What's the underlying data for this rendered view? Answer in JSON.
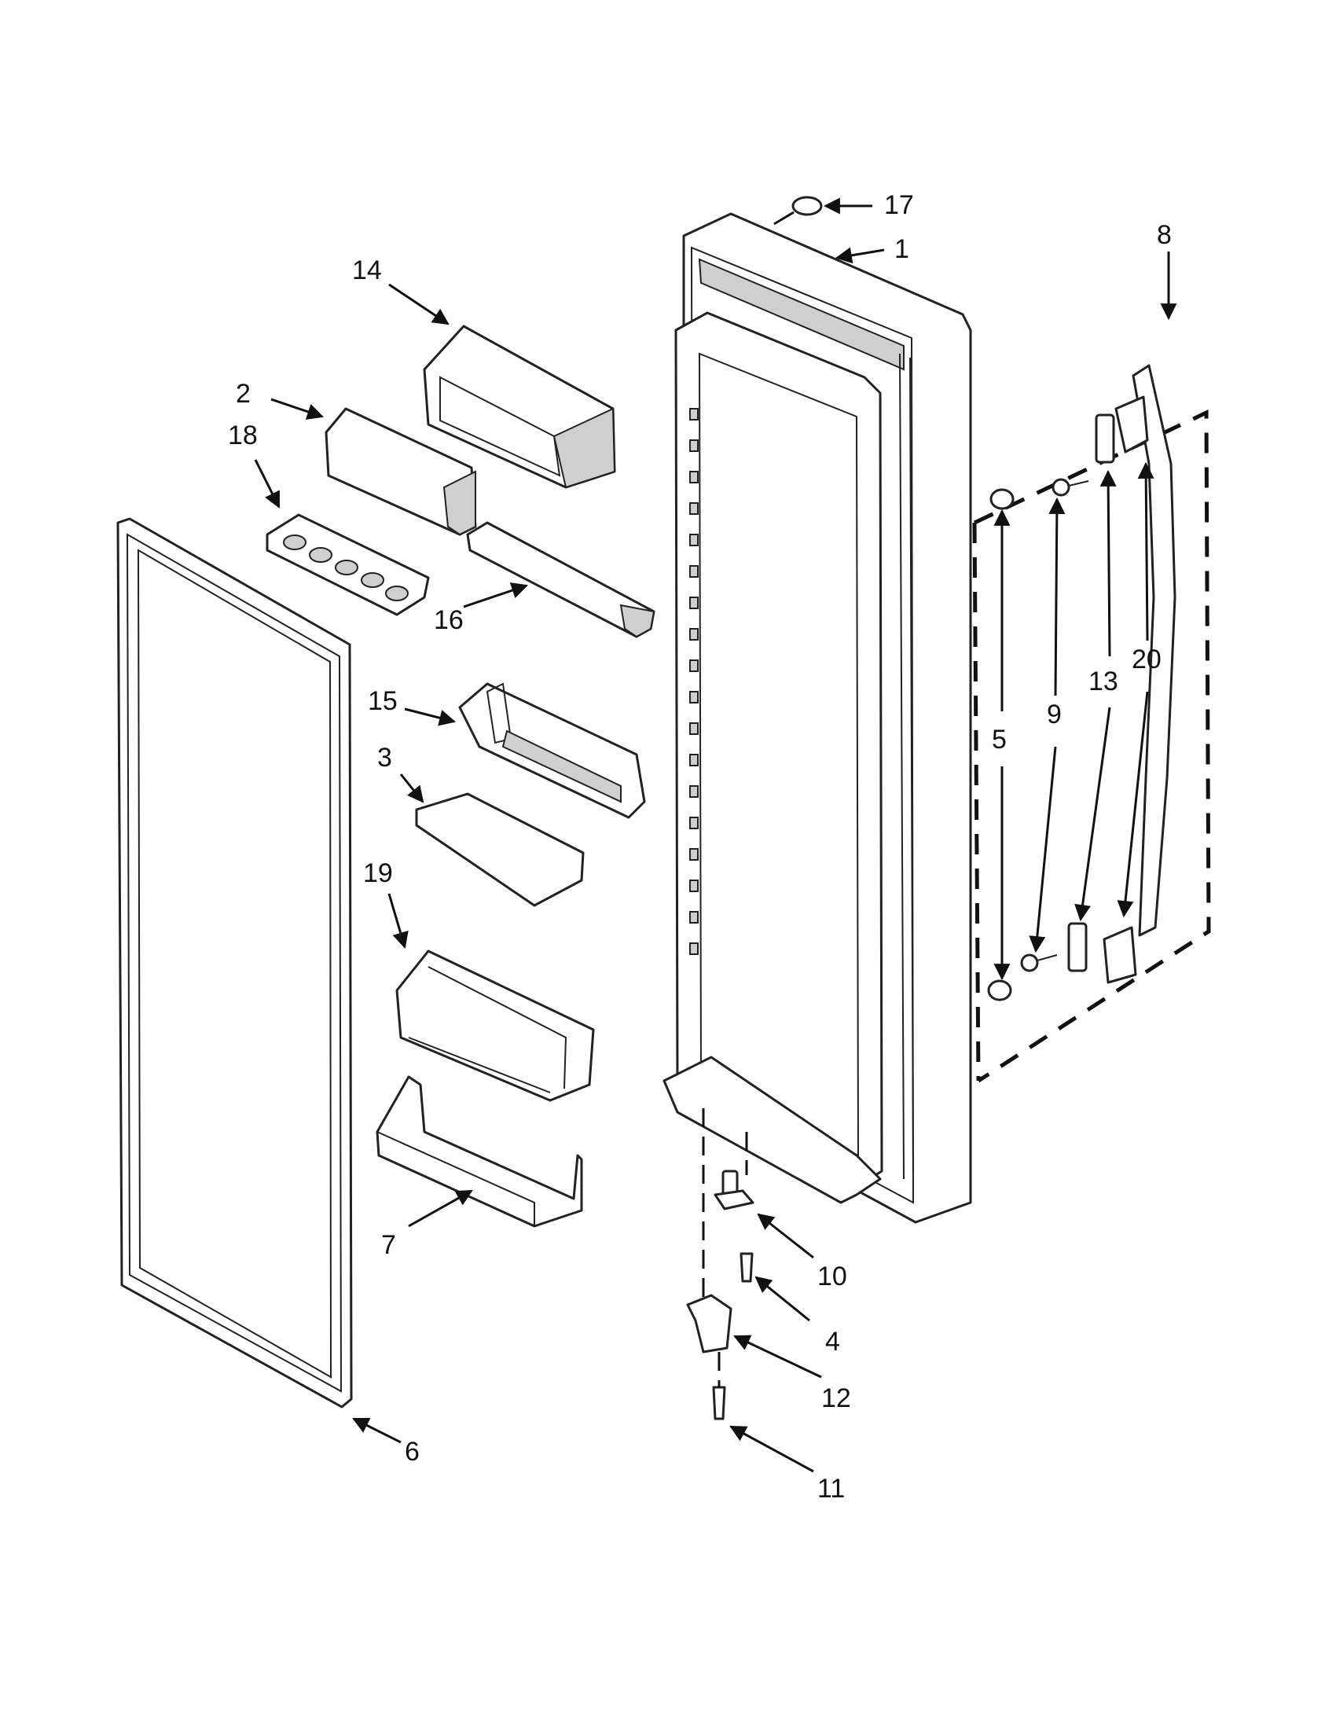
{
  "callouts": [
    "1",
    "2",
    "3",
    "4",
    "5",
    "6",
    "7",
    "8",
    "9",
    "10",
    "11",
    "12",
    "13",
    "14",
    "15",
    "16",
    "17",
    "18",
    "19",
    "20"
  ],
  "colors": {
    "line": "#222222",
    "background": "#ffffff"
  }
}
